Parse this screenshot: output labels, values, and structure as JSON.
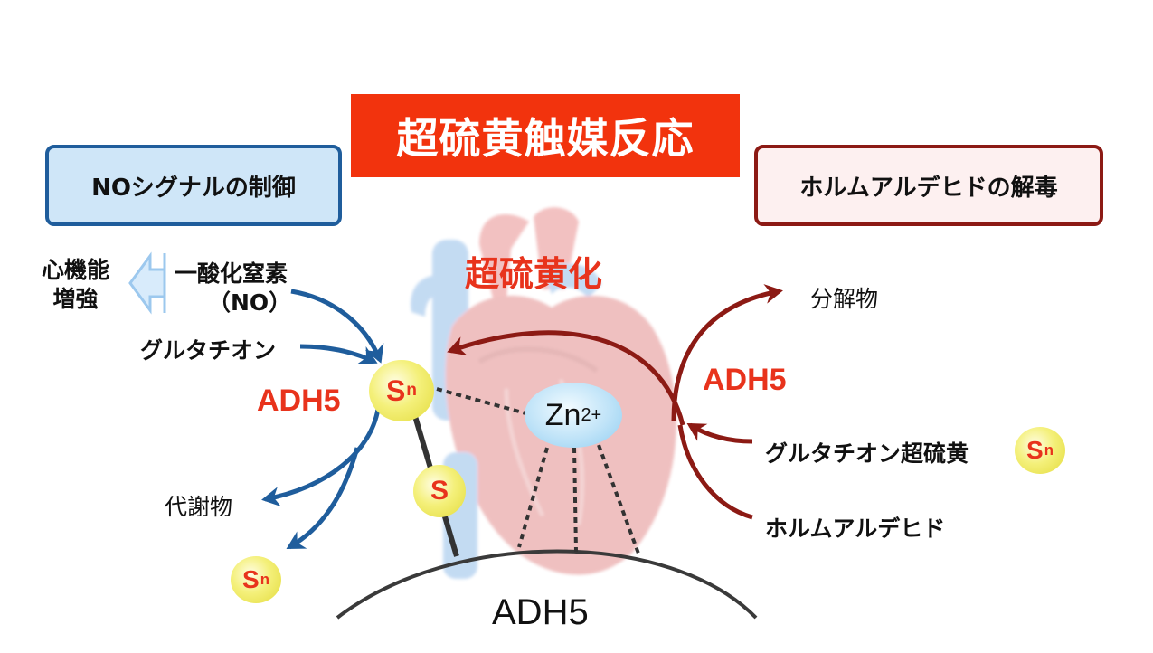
{
  "title": "超硫黄触媒反応",
  "boxes": {
    "left": "NOシグナルの制御",
    "right": "ホルムアルデヒドの解毒"
  },
  "labels": {
    "cardiac": "心機能\n増強",
    "no_line1": "一酸化窒素",
    "no_line2": "（NO）",
    "glutathione_left": "グルタチオン",
    "adh5_left": "ADH5",
    "metabolite": "代謝物",
    "persulfidation": "超硫黄化",
    "decomposition": "分解物",
    "adh5_right": "ADH5",
    "glutathione_persulfide": "グルタチオン超硫黄",
    "formaldehyde": "ホルムアルデヒド",
    "adh5_bottom": "ADH5"
  },
  "symbols": {
    "sn": "S",
    "sn_sub": "n",
    "s": "S",
    "zn": "Zn",
    "zn_sup": "2+"
  },
  "colors": {
    "title_bg": "#f2330d",
    "accent_red": "#e8331c",
    "blue_arrow": "#1f5d9c",
    "dark_red_arrow": "#8c1a14",
    "left_box_bg": "#cfe6f8",
    "right_box_bg": "#fdf0f0"
  }
}
